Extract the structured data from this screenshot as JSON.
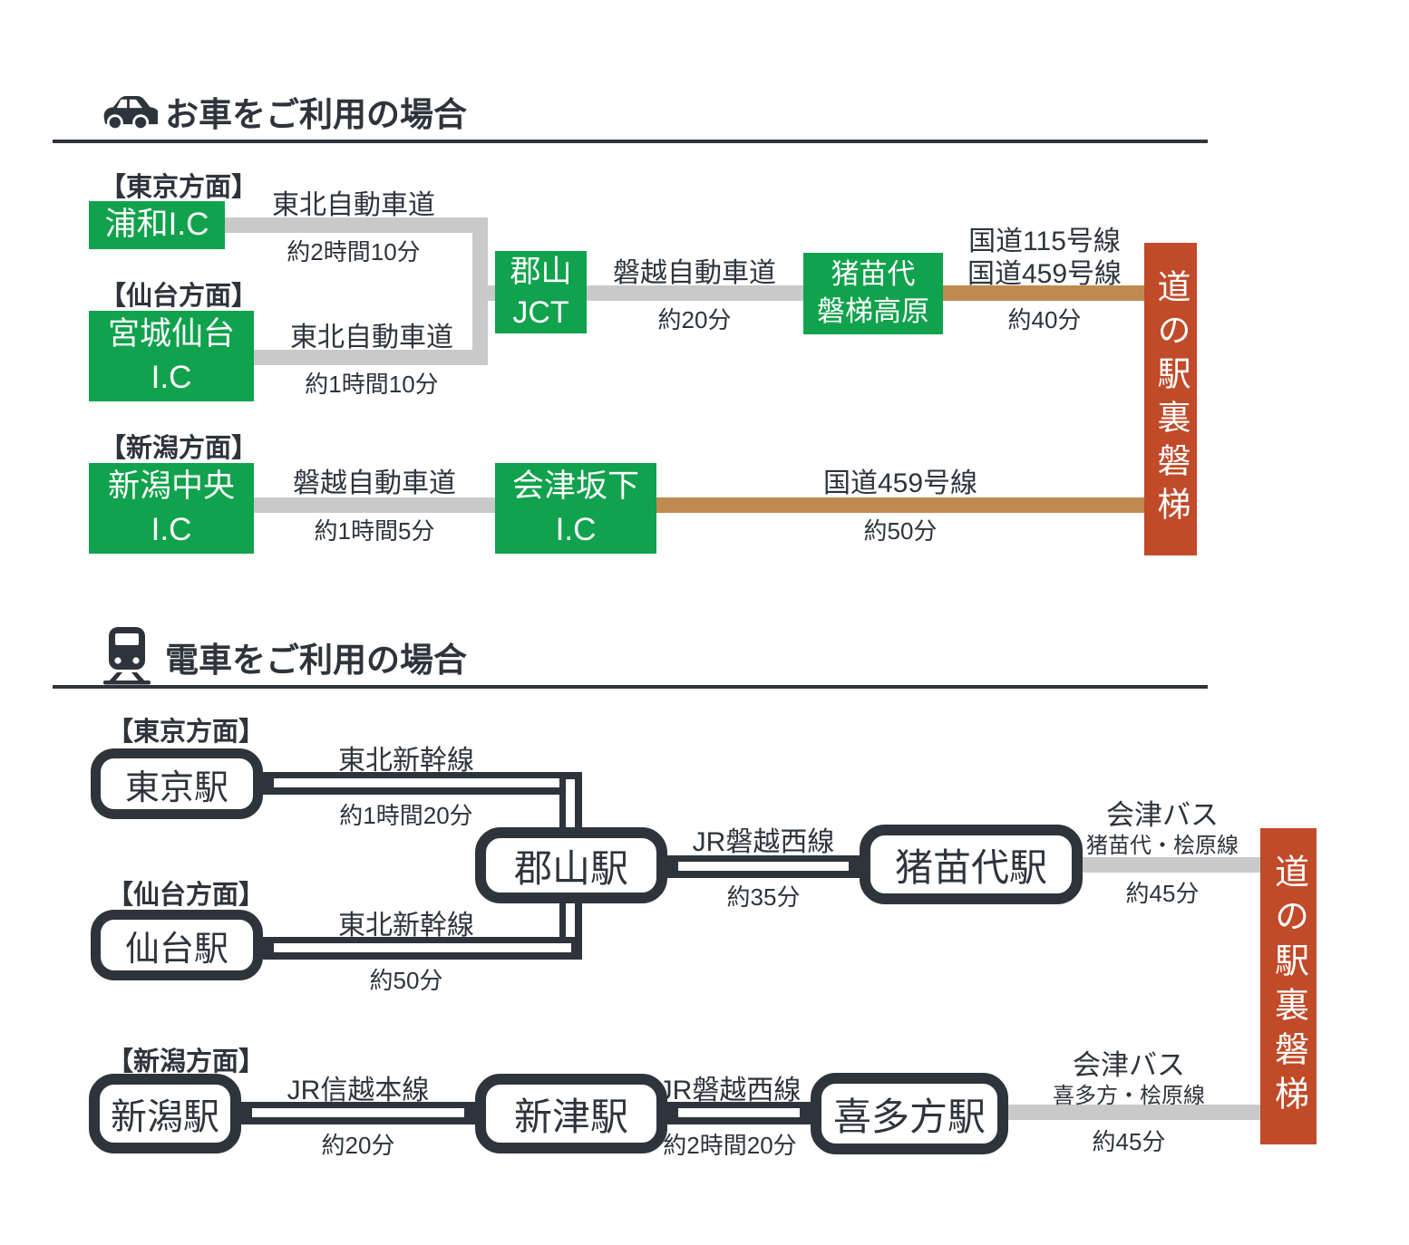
{
  "colors": {
    "green_node": "#10a24c",
    "destination_red": "#c14a28",
    "road_gray": "#c9c9c9",
    "road_brown": "#bf8a50",
    "rail_dark": "#2e343c"
  },
  "icons": {
    "car": "car-icon",
    "train": "train-icon"
  },
  "directions": {
    "tokyo": "【東京方面】",
    "sendai": "【仙台方面】",
    "niigata": "【新潟方面】"
  },
  "destination": {
    "name": "道の駅裏磐梯"
  },
  "car": {
    "heading": "お車をご利用の場合",
    "nodes": {
      "urawa": {
        "l1": "浦和I.C"
      },
      "miyagi": {
        "l1": "宮城仙台",
        "l2": "I.C"
      },
      "jct": {
        "l1": "郡山",
        "l2": "JCT"
      },
      "inawashiro": {
        "l1": "猪苗代",
        "l2": "磐梯高原"
      },
      "niigata_chuo": {
        "l1": "新潟中央",
        "l2": "I.C"
      },
      "aizu_bange": {
        "l1": "会津坂下",
        "l2": "I.C"
      }
    },
    "seg": {
      "urawa": {
        "road": "東北自動車道",
        "time": "約2時間10分"
      },
      "miyagi": {
        "road": "東北自動車道",
        "time": "約1時間10分"
      },
      "jct_inawashiro": {
        "road": "磐越自動車道",
        "time": "約20分"
      },
      "to_dest_north": {
        "road1": "国道115号線",
        "road2": "国道459号線",
        "time": "約40分"
      },
      "niigata": {
        "road": "磐越自動車道",
        "time": "約1時間5分"
      },
      "to_dest_south": {
        "road": "国道459号線",
        "time": "約50分"
      }
    }
  },
  "train": {
    "heading": "電車をご利用の場合",
    "stations": {
      "tokyo": "東京駅",
      "sendai": "仙台駅",
      "koriyama": "郡山駅",
      "inawashiro": "猪苗代駅",
      "niigata": "新潟駅",
      "niitsu": "新津駅",
      "kitakata": "喜多方駅"
    },
    "seg": {
      "tokyo_koriyama": {
        "line": "東北新幹線",
        "time": "約1時間20分"
      },
      "sendai_koriyama": {
        "line": "東北新幹線",
        "time": "約50分"
      },
      "koriyama_inawashiro": {
        "line": "JR磐越西線",
        "time": "約35分"
      },
      "inawashiro_dest": {
        "line": "会津バス",
        "sub": "猪苗代・桧原線",
        "time": "約45分"
      },
      "niigata_niitsu": {
        "line": "JR信越本線",
        "time": "約20分"
      },
      "niitsu_kitakata": {
        "line": "JR磐越西線",
        "time": "約2時間20分"
      },
      "kitakata_dest": {
        "line": "会津バス",
        "sub": "喜多方・桧原線",
        "time": "約45分"
      }
    }
  }
}
